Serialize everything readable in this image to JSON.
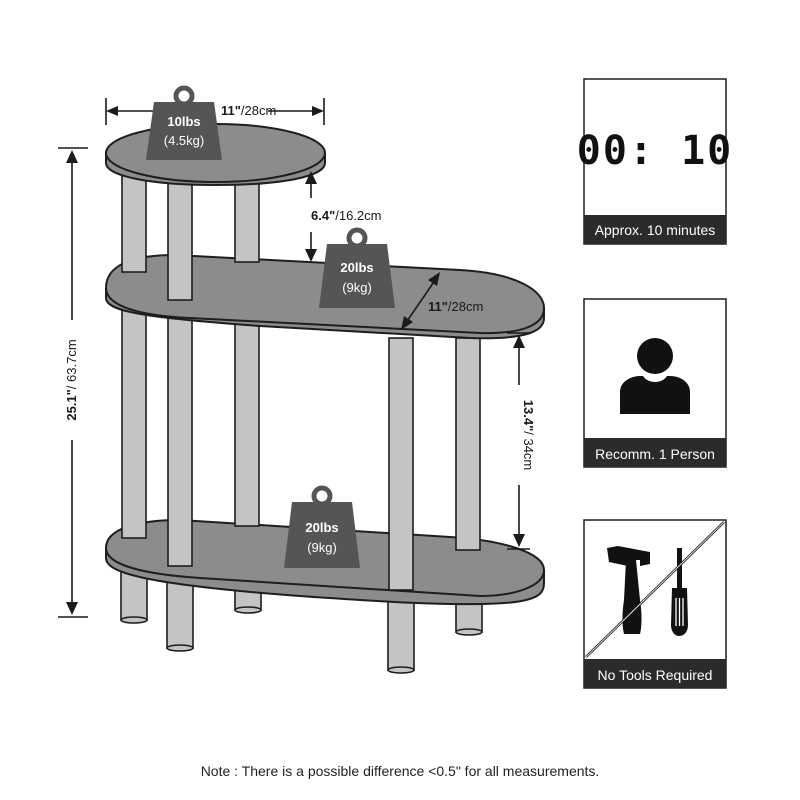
{
  "dimensions": {
    "top_width": {
      "value": "11\"",
      "unit": "/28cm"
    },
    "shelf_gap": {
      "value": "6.4\"",
      "unit": "/16.2cm"
    },
    "middle_depth": {
      "value": "11\"",
      "unit": "/28cm"
    },
    "lower_height": {
      "value": "13.4\"",
      "unit": "/ 34cm"
    },
    "total_height": {
      "value": "25.1\"",
      "unit": "/ 63.7cm"
    }
  },
  "weights": {
    "top": {
      "lbs": "10lbs",
      "kg": "(4.5kg)"
    },
    "middle": {
      "lbs": "20lbs",
      "kg": "(9kg)"
    },
    "bottom": {
      "lbs": "20lbs",
      "kg": "(9kg)"
    }
  },
  "info_cards": {
    "time": {
      "clock": "00: 10",
      "label": "Approx. 10 minutes"
    },
    "person": {
      "label": "Recomm. 1 Person"
    },
    "tools": {
      "label": "No Tools Required"
    }
  },
  "note": "Note : There is a possible difference <0.5\" for all measurements.",
  "colors": {
    "shelf": "#8c8c8c",
    "leg": "#c4c4c4",
    "weight_badge": "#555555",
    "label_bar": "#2b2b2b"
  },
  "icons": [
    "weight-icon",
    "clock-icon",
    "person-icon",
    "hammer-icon",
    "screwdriver-icon"
  ]
}
